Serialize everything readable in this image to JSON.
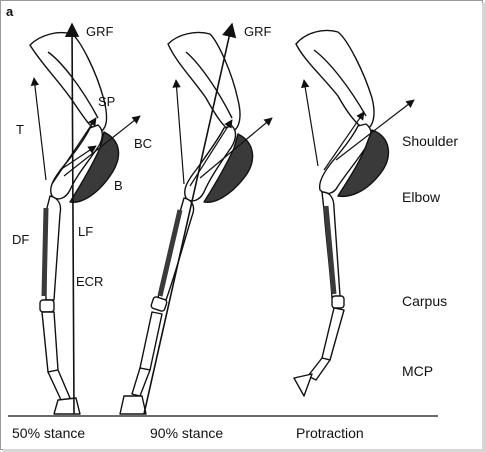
{
  "panel_letter": "a",
  "force_labels": {
    "grf_left": "GRF",
    "grf_middle": "GRF"
  },
  "muscle_labels": {
    "sp": "SP",
    "t": "T",
    "bc": "BC",
    "b": "B",
    "df": "DF",
    "lf": "LF",
    "ecr": "ECR"
  },
  "joint_labels": [
    "Shoulder",
    "Elbow",
    "Carpus",
    "MCP"
  ],
  "phase_captions": [
    "50% stance",
    "90% stance",
    "Protraction"
  ],
  "colors": {
    "ink": "#111111",
    "muscle_fill": "#3a3a3a",
    "bone_fill": "#ffffff"
  }
}
